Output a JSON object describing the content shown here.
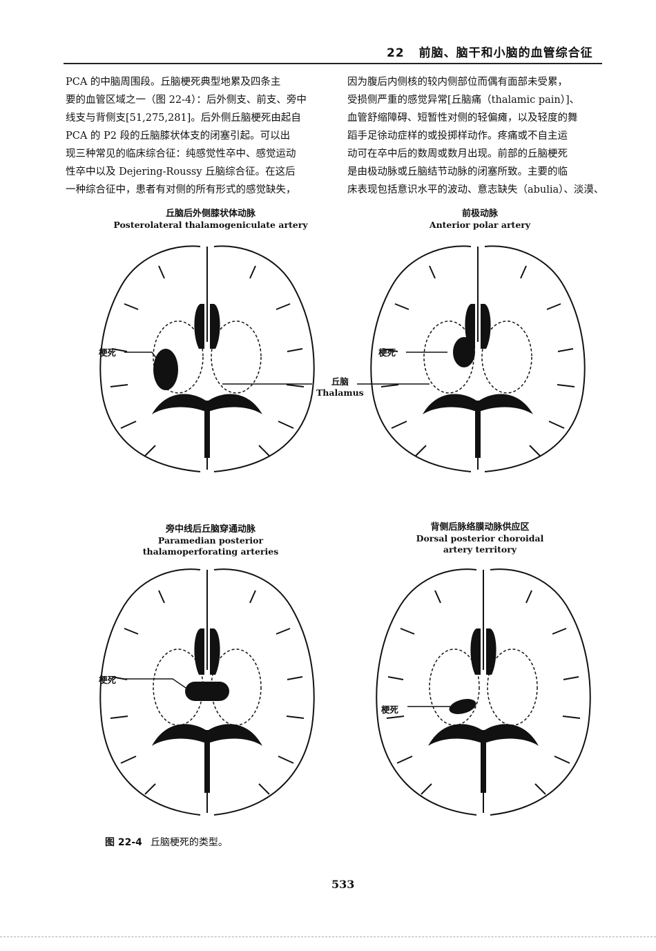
{
  "header": {
    "chapter": "22",
    "title": "前脑、脑干和小脑的血管综合征"
  },
  "body_left": [
    "PCA 的中脑周围段。丘脑梗死典型地累及四条主",
    "要的血管区域之一（图 22-4）：后外侧支、前支、旁中",
    "线支与背侧支[51,275,281]。后外侧丘脑梗死由起自",
    "PCA 的 P2 段的丘脑膝状体支的闭塞引起。可以出",
    "现三种常见的临床综合征：纯感觉性卒中、感觉运动",
    "性卒中以及 Dejering-Roussy 丘脑综合征。在这后",
    "一种综合征中，患者有对侧的所有形式的感觉缺失，"
  ],
  "body_right": [
    "因为腹后内侧核的较内侧部位而偶有面部未受累，",
    "受损侧严重的感觉异常[丘脑痛（thalamic pain）]、",
    "血管舒缩障碍、短暂性对侧的轻偏瘫，以及轻度的舞",
    "蹈手足徐动症样的或投掷样动作。疼痛或不自主运",
    "动可在卒中后的数周或数月出现。前部的丘脑梗死",
    "是由极动脉或丘脑结节动脉的闭塞所致。主要的临",
    "床表现包括意识水平的波动、意志缺失（abulia）、淡漠、"
  ],
  "panels": [
    {
      "title_cn": "丘脑后外侧膝状体动脉",
      "title_en": "Posterolateral thalamogeniculate artery",
      "label": "梗死"
    },
    {
      "title_cn": "前极动脉",
      "title_en": "Anterior polar artery",
      "label": "梗死"
    },
    {
      "title_cn": "旁中线后丘脑穿通动脉",
      "title_en_1": "Paramedian posterior",
      "title_en_2": "thalamoperforating arteries",
      "label": "梗死"
    },
    {
      "title_cn": "背侧后脉络膜动脉供应区",
      "title_en_1": "Dorsal posterior choroidal",
      "title_en_2": "artery territory",
      "label": "梗死"
    }
  ],
  "thalamus_label": {
    "cn": "丘脑",
    "en": "Thalamus"
  },
  "caption": {
    "fig": "图 22-4",
    "text": "丘脑梗死的类型。"
  },
  "page_number": "533"
}
